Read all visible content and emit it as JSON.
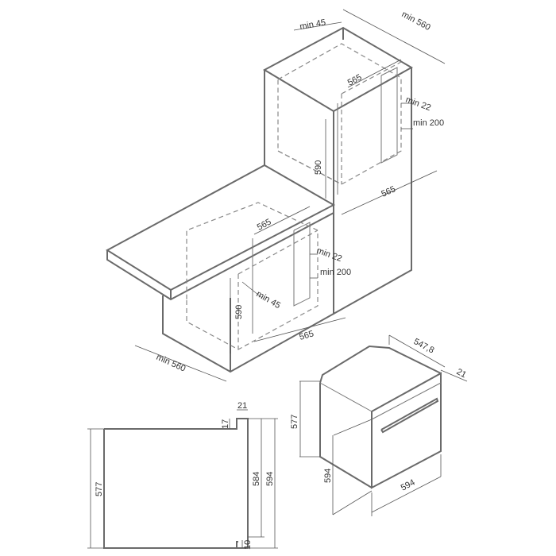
{
  "diagram": {
    "installation": {
      "tall_cabinet": {
        "min_depth": "min 560",
        "min_gap_top": "min 45",
        "niche_width": "565",
        "vent_gap": "min 22",
        "vent_height": "min 200",
        "niche_height": "590",
        "niche_depth": "565"
      },
      "under_counter": {
        "niche_width": "565",
        "vent_gap": "min 22",
        "vent_height": "min 200",
        "min_gap": "min 45",
        "niche_height": "590",
        "niche_depth": "565",
        "min_depth": "min 560"
      }
    },
    "side_view": {
      "depth_height": "577",
      "panel_width": "21",
      "step_height": "17",
      "inner_height": "584",
      "total_height": "594",
      "bottom_gap": "10"
    },
    "oven_3d": {
      "body_height": "577",
      "depth": "547,8",
      "front_thickness": "21",
      "front_height": "594",
      "front_width": "594"
    }
  }
}
